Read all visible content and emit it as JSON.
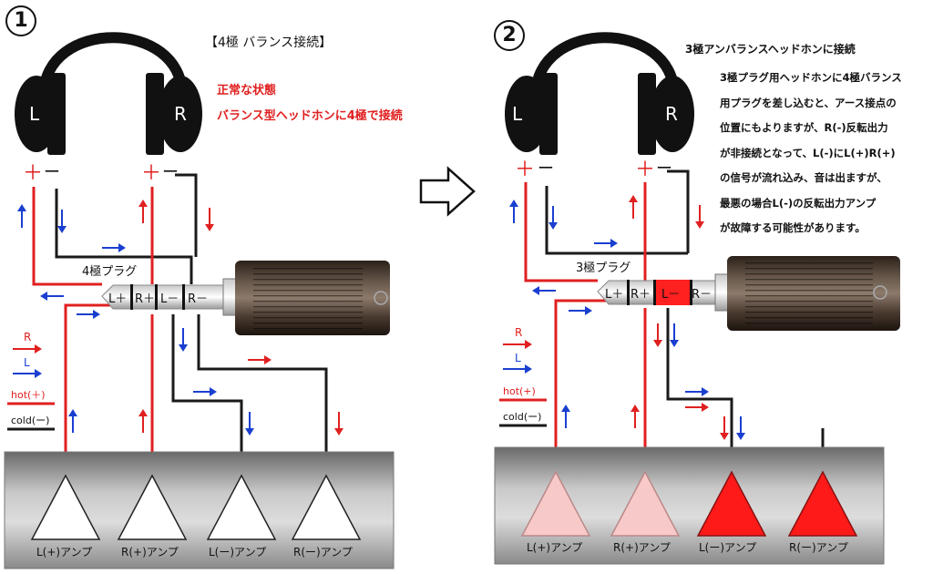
{
  "colors": {
    "hot": "#e02020",
    "cold": "#1a1a1a",
    "right_arrow": "#e02020",
    "left_arrow": "#1a3fd0",
    "amp_faded": "#f7c9c9",
    "amp_danger": "#ff1a1a",
    "panel_top": "#6e6e6e",
    "panel_mid": "#d0d0d0"
  },
  "panel1": {
    "number": "1",
    "title": "【4極 バランス接続】",
    "status_line1": "正常な状態",
    "status_line2": "バランス型ヘッドホンに4極で接続",
    "headphone_left": "L",
    "headphone_right": "R",
    "plus": "＋",
    "minus": "ー",
    "plug_label": "4極プラグ",
    "plug_segments": [
      "L＋",
      "R＋",
      "L－",
      "R－"
    ],
    "legend": {
      "r": "R",
      "l": "L",
      "hot": "hot(＋)",
      "cold": "cold(ー)"
    },
    "amps": [
      "L(+)アンプ",
      "R(+)アンプ",
      "L(ー)アンプ",
      "R(ー)アンプ"
    ]
  },
  "panel2": {
    "number": "2",
    "title": "3極アンバランスヘッドホンに接続",
    "description": [
      "3極プラグ用ヘッドホンに4極バランス",
      "用プラグを差し込むと、アース接点の",
      "位置にもよりますが、R(-)反転出力",
      "が非接続となって、L(-)にL(+)R(+)",
      "の信号が流れ込み、音は出ますが、",
      "最悪の場合L(-)の反転出力アンプ",
      "が故障する可能性があります。"
    ],
    "headphone_left": "L",
    "headphone_right": "R",
    "plus": "＋",
    "minus": "ー",
    "plug_label": "3極プラグ",
    "plug_segments": [
      "L＋",
      "R＋",
      "L－",
      "R－"
    ],
    "legend": {
      "r": "R",
      "l": "L",
      "hot": "hot(+)",
      "cold": "cold(ー)"
    },
    "amps": [
      "L(+)アンプ",
      "R(+)アンプ",
      "L(ー)アンプ",
      "R(ー)アンプ"
    ]
  },
  "transition_arrow": "next-arrow-icon"
}
